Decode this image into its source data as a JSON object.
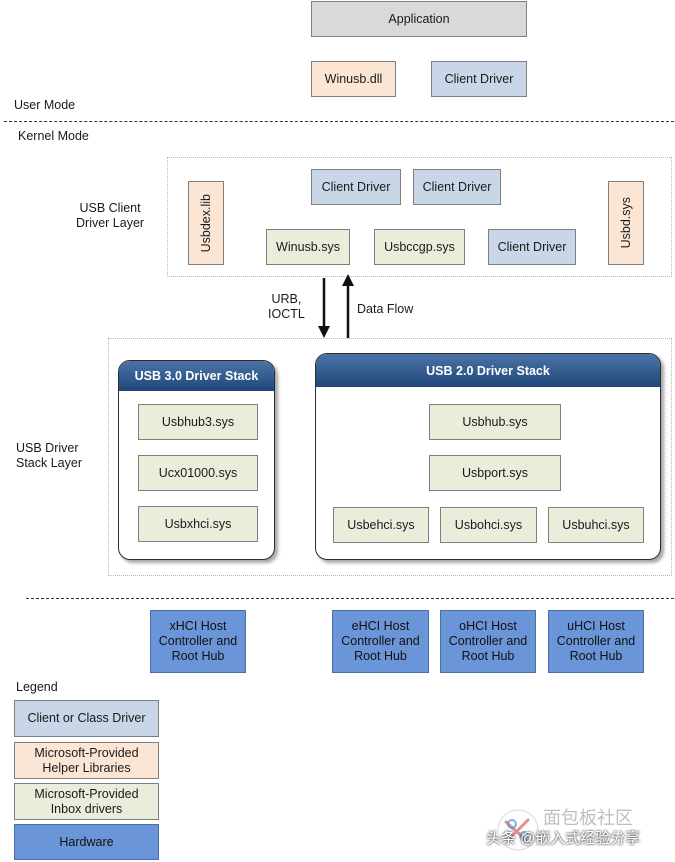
{
  "top": {
    "application": "Application",
    "winusb_dll": "Winusb.dll",
    "client_driver": "Client Driver"
  },
  "modes": {
    "user": "User Mode",
    "kernel": "Kernel Mode"
  },
  "client_layer": {
    "label": "USB Client\nDriver Layer",
    "usbdex": "Usbdex.lib",
    "usbd": "Usbd.sys",
    "client_driver_1": "Client Driver",
    "client_driver_2": "Client Driver",
    "client_driver_3": "Client Driver",
    "winusb_sys": "Winusb.sys",
    "usbccgp": "Usbccgp.sys"
  },
  "flow": {
    "urb": "URB,\nIOCTL",
    "data_flow": "Data Flow"
  },
  "stack_layer": {
    "label": "USB Driver\nStack Layer",
    "usb3": {
      "title": "USB 3.0 Driver Stack",
      "items": [
        "Usbhub3.sys",
        "Ucx01000.sys",
        "Usbxhci.sys"
      ]
    },
    "usb2": {
      "title": "USB 2.0 Driver Stack",
      "usbhub": "Usbhub.sys",
      "usbport": "Usbport.sys",
      "miniports": [
        "Usbehci.sys",
        "Usbohci.sys",
        "Usbuhci.sys"
      ]
    }
  },
  "hardware": [
    "xHCI Host\nController and\nRoot Hub",
    "eHCI Host\nController and\nRoot Hub",
    "oHCI Host\nController and\nRoot Hub",
    "uHCI Host\nController and\nRoot Hub"
  ],
  "legend": {
    "title": "Legend",
    "items": [
      "Client or Class Driver",
      "Microsoft-Provided\nHelper Libraries",
      "Microsoft-Provided\nInbox drivers",
      "Hardware"
    ]
  },
  "watermark": {
    "text": "头条 @嵌入式经验分享",
    "logo_text": "面包板社区"
  },
  "colors": {
    "client": "#c9d6e7",
    "helper": "#fbe6d6",
    "inbox": "#e9eedb",
    "hardware": "#6a95d8",
    "stack_header": "#2a5286"
  }
}
